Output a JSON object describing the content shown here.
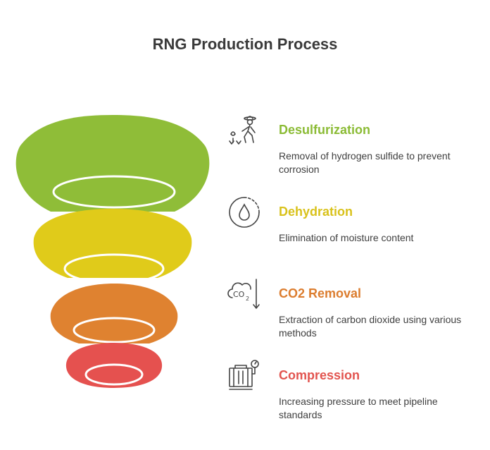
{
  "title": "RNG Production Process",
  "steps": [
    {
      "name": "Desulfurization",
      "description": "Removal of hydrogen sulfide to prevent corrosion",
      "color": "#8bbb35",
      "icon": "farmer-planting-icon"
    },
    {
      "name": "Dehydration",
      "description": "Elimination of moisture content",
      "color": "#d9c21c",
      "icon": "water-drop-icon"
    },
    {
      "name": "CO2 Removal",
      "description": "Extraction of carbon dioxide using various methods",
      "color": "#dc7d2f",
      "icon": "co2-cloud-icon"
    },
    {
      "name": "Compression",
      "description": "Increasing pressure to meet pipeline standards",
      "color": "#e2544f",
      "icon": "pressure-tank-icon"
    }
  ],
  "funnel_colors": [
    "#8fbd38",
    "#e0cb1a",
    "#df8230",
    "#e5514f"
  ],
  "icon_stroke": "#444444"
}
